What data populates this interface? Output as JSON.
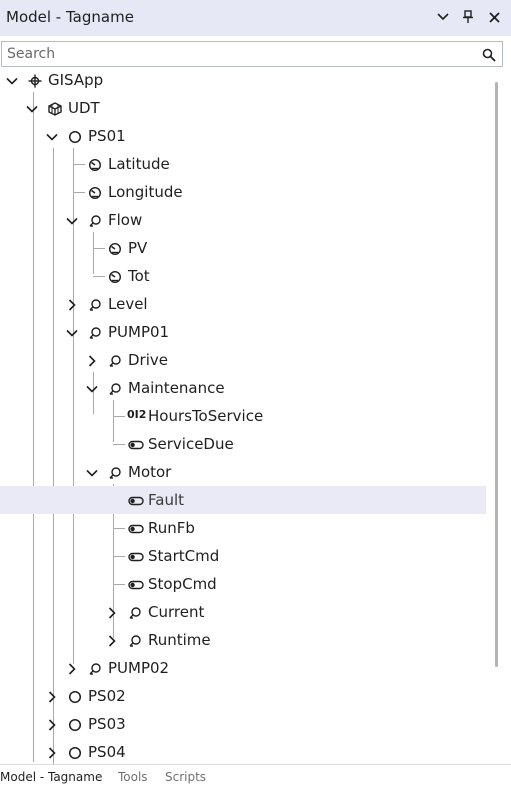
{
  "window": {
    "title": "Model - Tagname",
    "buttons": [
      {
        "name": "dropdown-icon"
      },
      {
        "name": "pin-icon"
      },
      {
        "name": "close-icon"
      }
    ]
  },
  "search": {
    "placeholder": "Search",
    "value": ""
  },
  "tree": {
    "selected": "Fault",
    "nodes": [
      {
        "label": "GISApp",
        "icon": "app-icon",
        "expand": "expanded"
      },
      {
        "label": "UDT",
        "icon": "udt-cube-icon",
        "expand": "expanded"
      },
      {
        "label": "PS01",
        "icon": "instance-circle-icon",
        "expand": "expanded"
      },
      {
        "label": "Latitude",
        "icon": "gauge-tag-icon",
        "expand": "none"
      },
      {
        "label": "Longitude",
        "icon": "gauge-tag-icon",
        "expand": "none"
      },
      {
        "label": "Flow",
        "icon": "folder-node-icon",
        "expand": "expanded"
      },
      {
        "label": "PV",
        "icon": "gauge-tag-icon",
        "expand": "none"
      },
      {
        "label": "Tot",
        "icon": "gauge-tag-icon",
        "expand": "none"
      },
      {
        "label": "Level",
        "icon": "folder-node-icon",
        "expand": "collapsed"
      },
      {
        "label": "PUMP01",
        "icon": "folder-node-icon",
        "expand": "expanded"
      },
      {
        "label": "Drive",
        "icon": "folder-node-icon",
        "expand": "collapsed"
      },
      {
        "label": "Maintenance",
        "icon": "folder-node-icon",
        "expand": "expanded"
      },
      {
        "label": "HoursToService",
        "icon": "numeric-tag-icon",
        "icon_text": "0I2",
        "expand": "none"
      },
      {
        "label": "ServiceDue",
        "icon": "boolean-toggle-icon",
        "expand": "none"
      },
      {
        "label": "Motor",
        "icon": "folder-node-icon",
        "expand": "expanded"
      },
      {
        "label": "Fault",
        "icon": "boolean-toggle-icon",
        "expand": "none"
      },
      {
        "label": "RunFb",
        "icon": "boolean-toggle-icon",
        "expand": "none"
      },
      {
        "label": "StartCmd",
        "icon": "boolean-toggle-icon",
        "expand": "none"
      },
      {
        "label": "StopCmd",
        "icon": "boolean-toggle-icon",
        "expand": "none"
      },
      {
        "label": "Current",
        "icon": "folder-node-icon",
        "expand": "collapsed"
      },
      {
        "label": "Runtime",
        "icon": "folder-node-icon",
        "expand": "collapsed"
      },
      {
        "label": "PUMP02",
        "icon": "folder-node-icon",
        "expand": "collapsed"
      },
      {
        "label": "PS02",
        "icon": "instance-circle-icon",
        "expand": "collapsed"
      },
      {
        "label": "PS03",
        "icon": "instance-circle-icon",
        "expand": "collapsed"
      },
      {
        "label": "PS04",
        "icon": "instance-circle-icon",
        "expand": "collapsed"
      }
    ]
  },
  "bottom_tabs": [
    {
      "label": "Model - Tagname",
      "active": true
    },
    {
      "label": "Tools",
      "active": false
    },
    {
      "label": "Scripts",
      "active": false
    }
  ],
  "colors": {
    "titlebar_bg": "#e6e9f5",
    "selection_bg": "#e9eaf6",
    "tree_line": "#a9a9a9"
  }
}
